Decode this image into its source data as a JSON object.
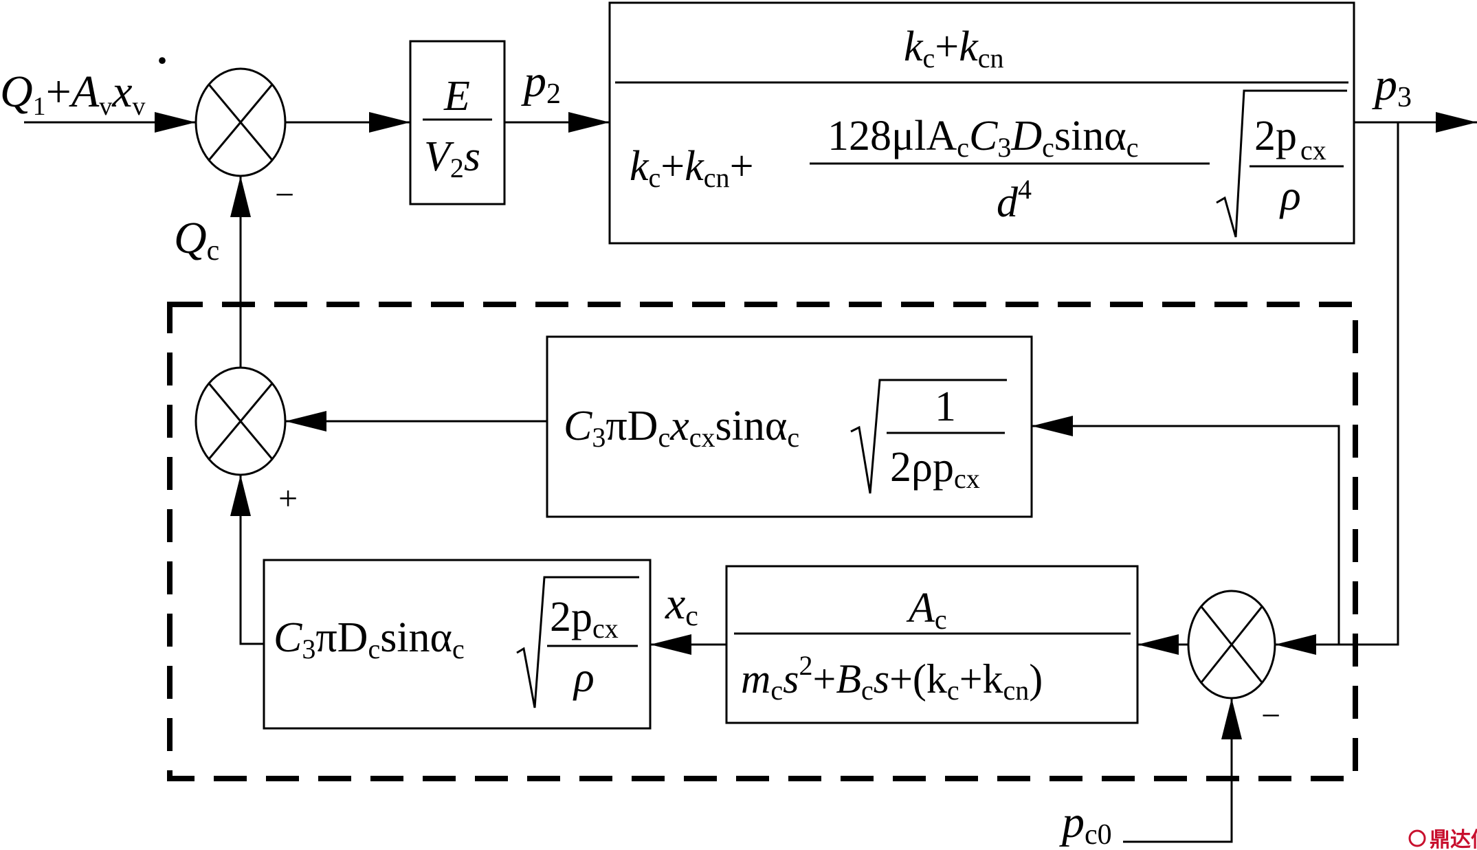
{
  "input_signal": {
    "q": "Q",
    "q_sub": "1",
    "plus": "+",
    "a": "A",
    "a_sub": "v",
    "x": "x",
    "x_dot": "·",
    "x_sub": "v"
  },
  "signals": {
    "p2": {
      "base": "p",
      "sub": "2"
    },
    "p3": {
      "base": "p",
      "sub": "3"
    },
    "qc": {
      "base": "Q",
      "sub": "c"
    },
    "xc": {
      "base": "x",
      "sub": "c"
    },
    "pc0": {
      "base": "p",
      "sub": "c0"
    }
  },
  "signs": {
    "top_minus": "−",
    "bottom_plus": "+",
    "right_minus": "−"
  },
  "blocks": {
    "integrator": {
      "num": "E",
      "den_v": "V",
      "den_sub": "2",
      "den_s": "s"
    },
    "plant": {
      "num_k": "k",
      "num_sub_c": "c",
      "num_plus": "+",
      "num_k2": "k",
      "num_sub_cn": "cn",
      "den_k": "k",
      "den_sub_c": "c",
      "den_plus": "+",
      "den_k2": "k",
      "den_sub_cn": "cn",
      "den_plus2": "+",
      "frac_num": "128μlA",
      "frac_num_c": "c",
      "frac_num_C": "C",
      "frac_num_3": "3",
      "frac_num_D": "D",
      "frac_num_Dc": "c",
      "frac_num_sin": "sinα",
      "frac_num_alpha_c": "c",
      "frac_den_d": "d",
      "frac_den_pow": "4",
      "sqrt_num": "2p",
      "sqrt_num_sub": "cx",
      "sqrt_den": "ρ"
    },
    "feedback_upper": {
      "c": "C",
      "c_sub": "3",
      "pi": "πD",
      "d_sub": "c",
      "x": "x",
      "x_sub": "cx",
      "sin": "sinα",
      "alpha_sub": "c",
      "sqrt_num": "1",
      "sqrt_den": "2ρp",
      "sqrt_den_sub": "cx"
    },
    "valve_dynamics": {
      "num": "A",
      "num_sub": "c",
      "den_m": "m",
      "den_m_sub": "c",
      "den_s2": "s",
      "den_pow": "2",
      "den_plus": "+",
      "den_b": "B",
      "den_b_sub": "c",
      "den_s": "s",
      "den_paren": "+(k",
      "den_k_sub": "c",
      "den_plus2": "+k",
      "den_k2_sub": "cn",
      "den_close": ")"
    },
    "feedback_lower": {
      "c": "C",
      "c_sub": "3",
      "pi": "πD",
      "d_sub": "c",
      "sin": "sinα",
      "alpha_sub": "c",
      "sqrt_num": "2p",
      "sqrt_num_sub": "cx",
      "sqrt_den": "ρ"
    }
  },
  "watermark": {
    "icon": "dingdaxin-logo-icon",
    "text": "鼎达信"
  }
}
